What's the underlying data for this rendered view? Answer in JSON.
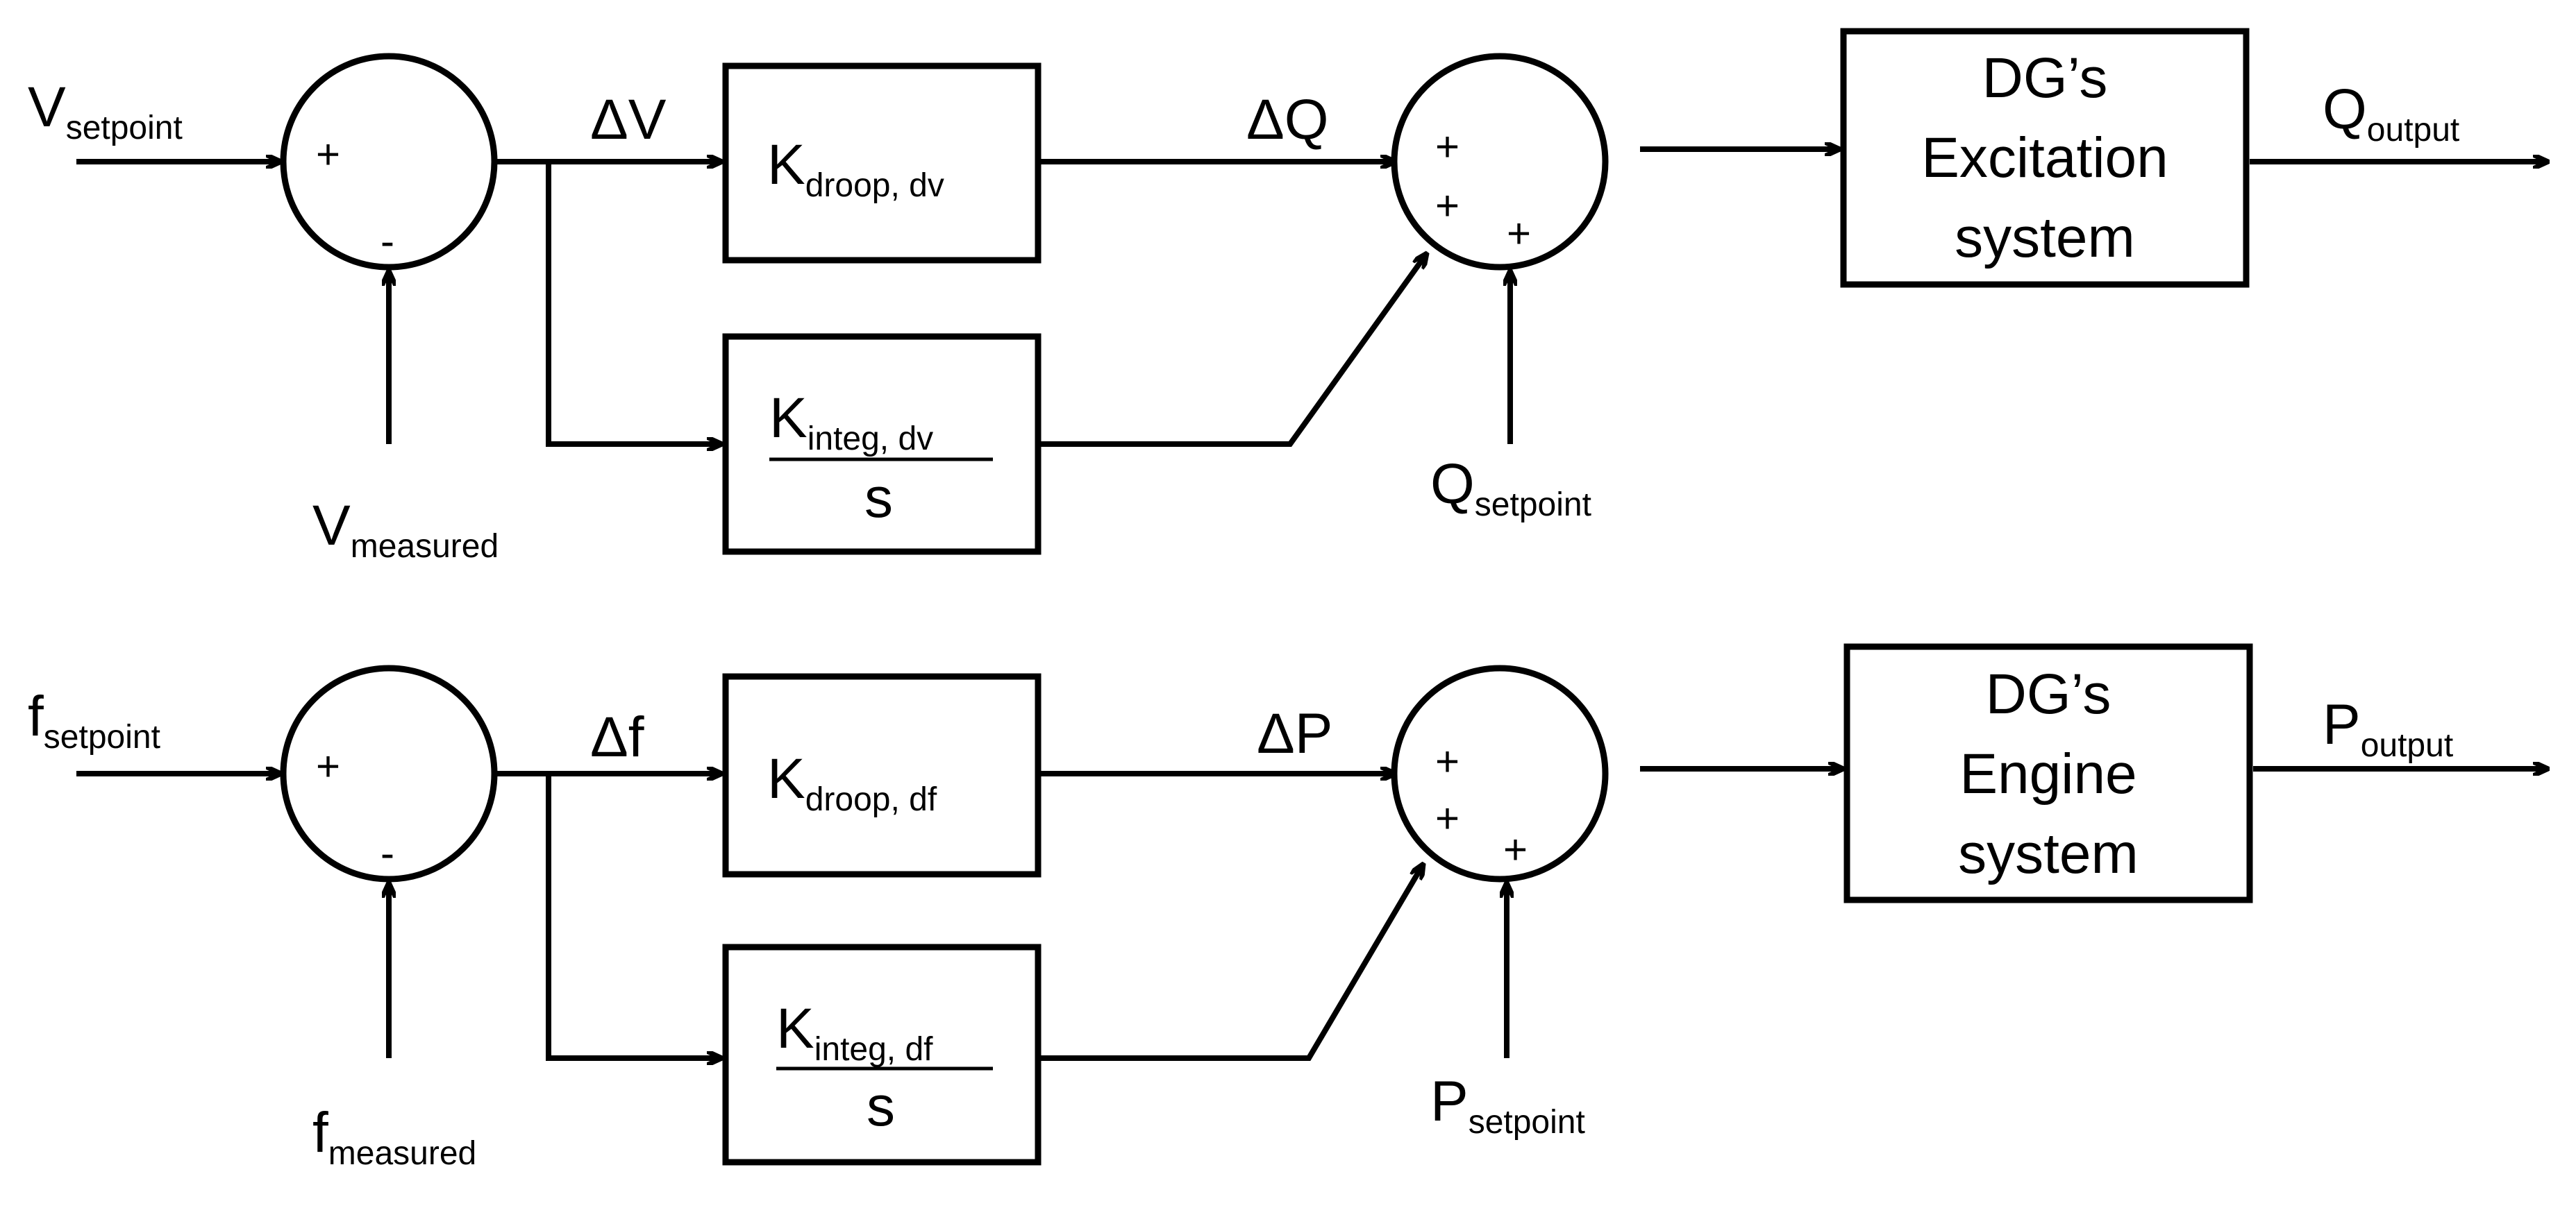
{
  "loops": [
    {
      "setpoint": {
        "main": "V",
        "sub": "setpoint"
      },
      "measured": {
        "main": "V",
        "sub": "measured"
      },
      "error_label": "ΔV",
      "droop": {
        "main": "K",
        "sub": "droop, dv"
      },
      "integ": {
        "main": "K",
        "sub": "integ, dv",
        "den": "s"
      },
      "delta_out": "ΔQ",
      "ref": {
        "main": "Q",
        "sub": "setpoint"
      },
      "plant": [
        "DG’s",
        "Excitation",
        "system"
      ],
      "output": {
        "main": "Q",
        "sub": "output"
      },
      "sum1_signs": {
        "plus": "+",
        "minus": "-"
      },
      "sum2_signs": [
        "+",
        "+",
        "+"
      ]
    },
    {
      "setpoint": {
        "main": "f",
        "sub": "setpoint"
      },
      "measured": {
        "main": "f",
        "sub": "measured"
      },
      "error_label": "Δf",
      "droop": {
        "main": "K",
        "sub": "droop, df"
      },
      "integ": {
        "main": "K",
        "sub": "integ, df",
        "den": "s"
      },
      "delta_out": "ΔP",
      "ref": {
        "main": "P",
        "sub": "setpoint"
      },
      "plant": [
        "DG’s",
        "Engine",
        "system"
      ],
      "output": {
        "main": "P",
        "sub": "output"
      },
      "sum1_signs": {
        "plus": "+",
        "minus": "-"
      },
      "sum2_signs": [
        "+",
        "+",
        "+"
      ]
    }
  ]
}
